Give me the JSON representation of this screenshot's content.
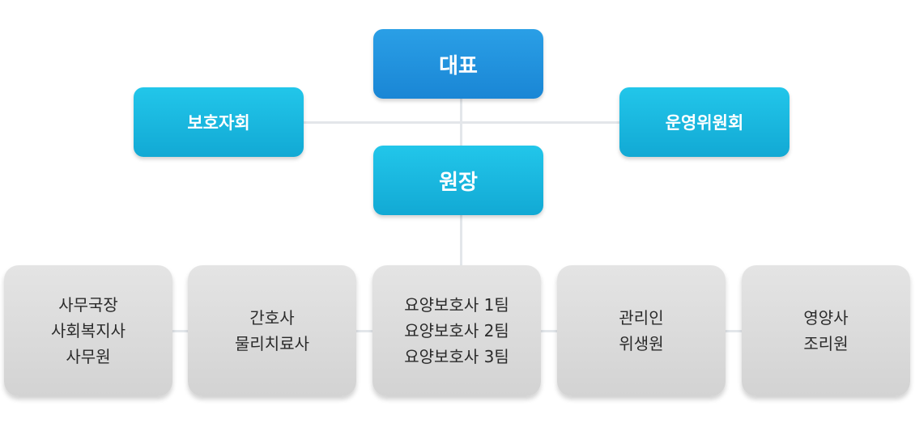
{
  "chart": {
    "ceo": "대표",
    "left_committee": "보호자회",
    "right_committee": "운영위원회",
    "director": "원장",
    "departments": [
      {
        "lines": [
          "사무국장",
          "사회복지사",
          "사무원"
        ]
      },
      {
        "lines": [
          "간호사",
          "물리치료사"
        ]
      },
      {
        "lines": [
          "요양보호사 1팀",
          "요양보호사 2팀",
          "요양보호사 3팀"
        ]
      },
      {
        "lines": [
          "관리인",
          "위생원"
        ]
      },
      {
        "lines": [
          "영양사",
          "조리원"
        ]
      }
    ]
  },
  "colors": {
    "ceo": "#1f8fdc",
    "cyan": "#18b6df",
    "dept": "#dcdcdc",
    "connector": "#e3e6ea"
  }
}
